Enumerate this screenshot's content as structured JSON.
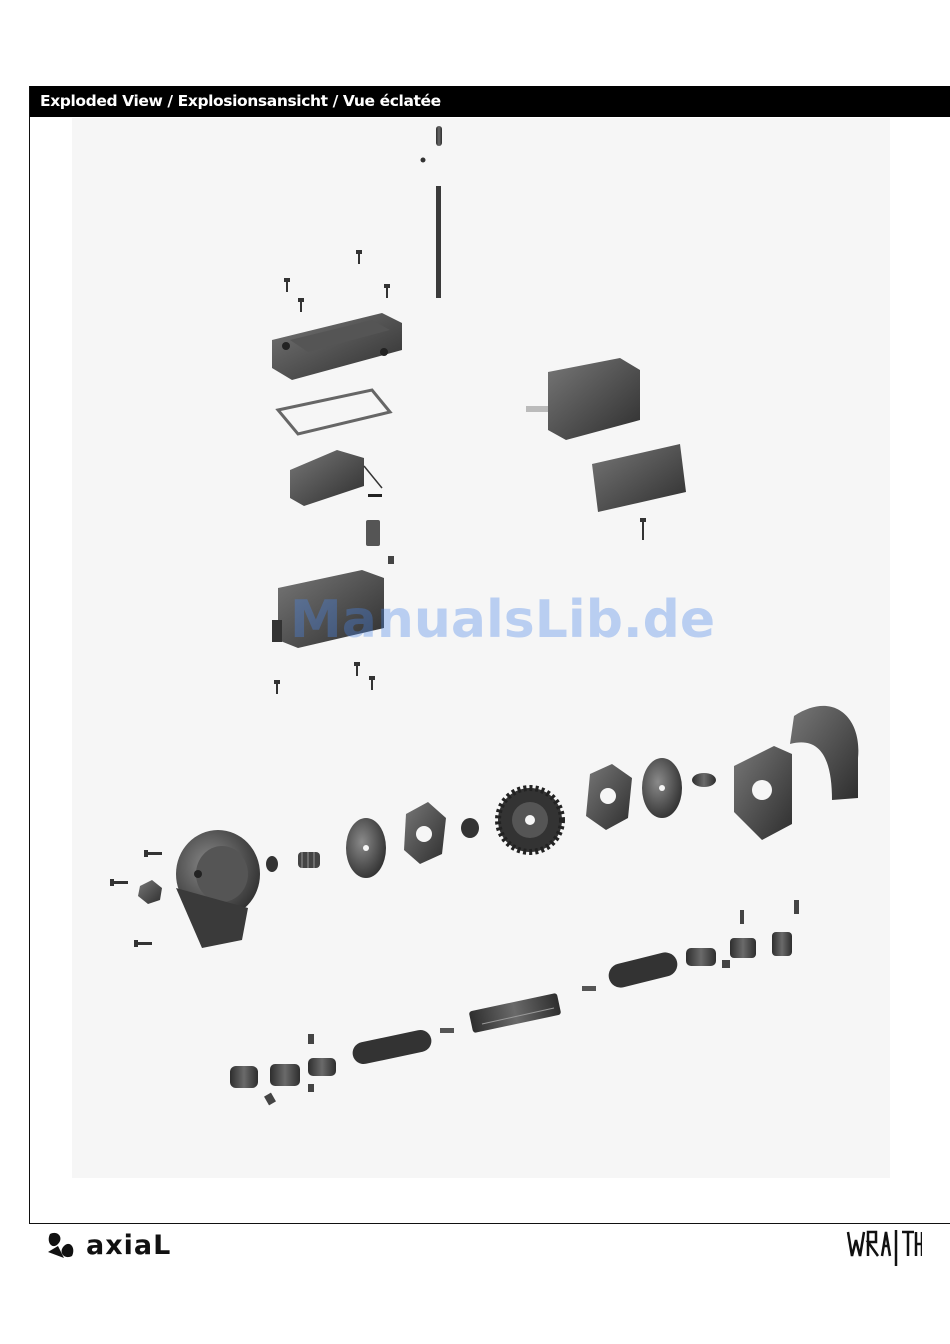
{
  "header": {
    "title": "Exploded View / Explosionsansicht / Vue éclatée"
  },
  "watermark": {
    "text": "ManualsLib.de"
  },
  "footer": {
    "brand_left": "axiaL",
    "brand_right": "WRAITH"
  },
  "colors": {
    "header_bg": "#000000",
    "header_text": "#ffffff",
    "part_dark": "#3a3a3a",
    "part_mid": "#6b6b6b",
    "watermark": "#4a86e8"
  }
}
